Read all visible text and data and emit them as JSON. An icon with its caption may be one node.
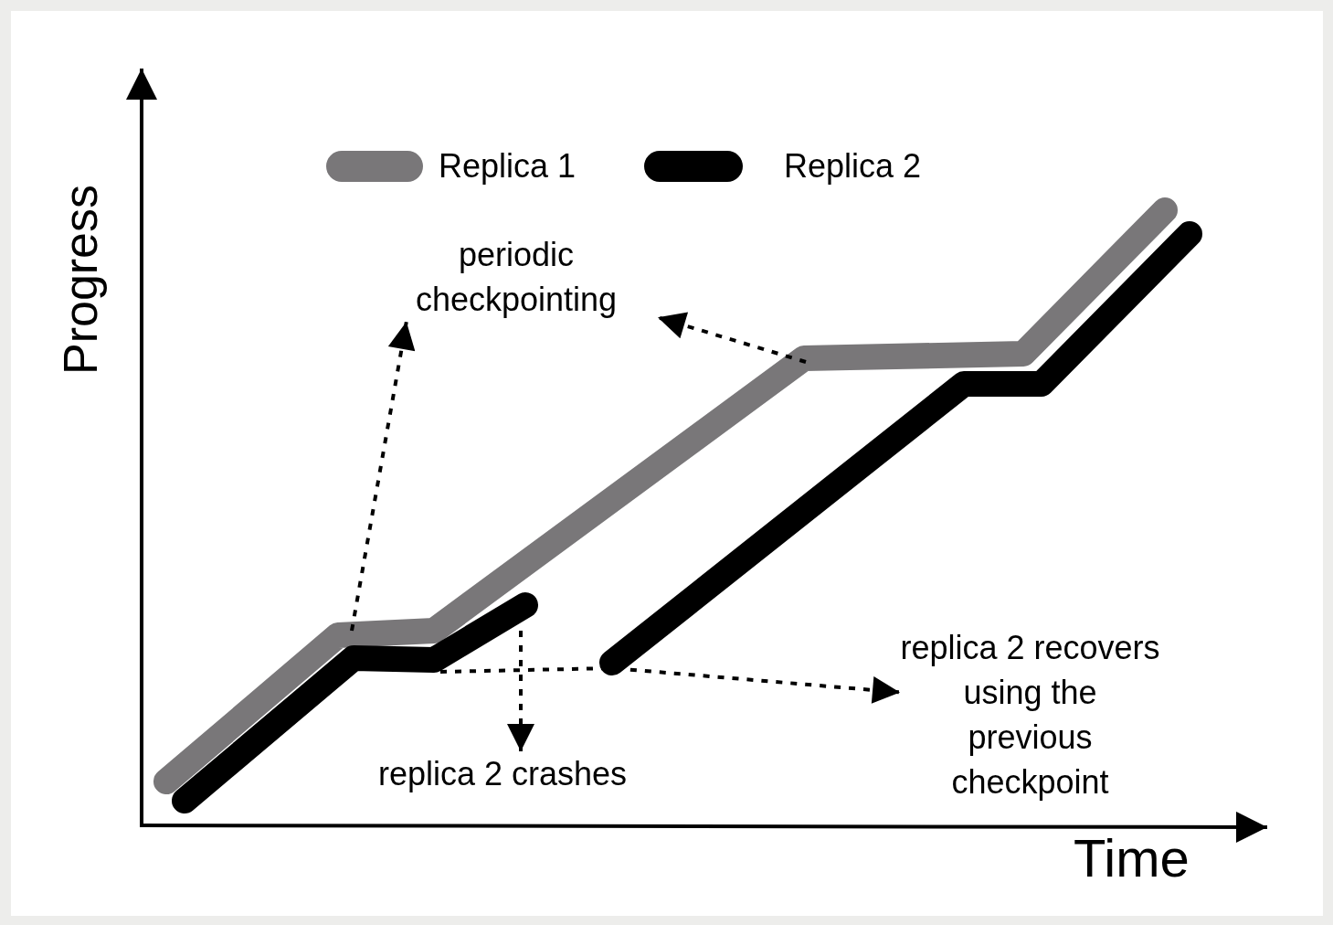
{
  "diagram": {
    "nodes": [
      {
        "text": [
          "periodic checkpointing"
        ]
      },
      {
        "text": [
          "replica 2 crashes"
        ]
      },
      {
        "text": [
          "replica 2 recovers using the previous checkpoint"
        ]
      }
    ],
    "edges": [
      {
        "from": null,
        "to": 0,
        "arrow": "to",
        "style": "dashed"
      },
      {
        "from": null,
        "to": 0,
        "arrow": "to",
        "style": "dashed"
      },
      {
        "from": null,
        "to": 1,
        "arrow": "to",
        "style": "dashed"
      },
      {
        "from": null,
        "to": 2,
        "arrow": "to",
        "style": "dashed"
      }
    ],
    "labels": [
      "Progress",
      "Time"
    ],
    "legend": [
      {
        "text": "Replica 1",
        "color": "#797779"
      },
      {
        "text": "Replica 2",
        "color": "#000000"
      }
    ]
  }
}
